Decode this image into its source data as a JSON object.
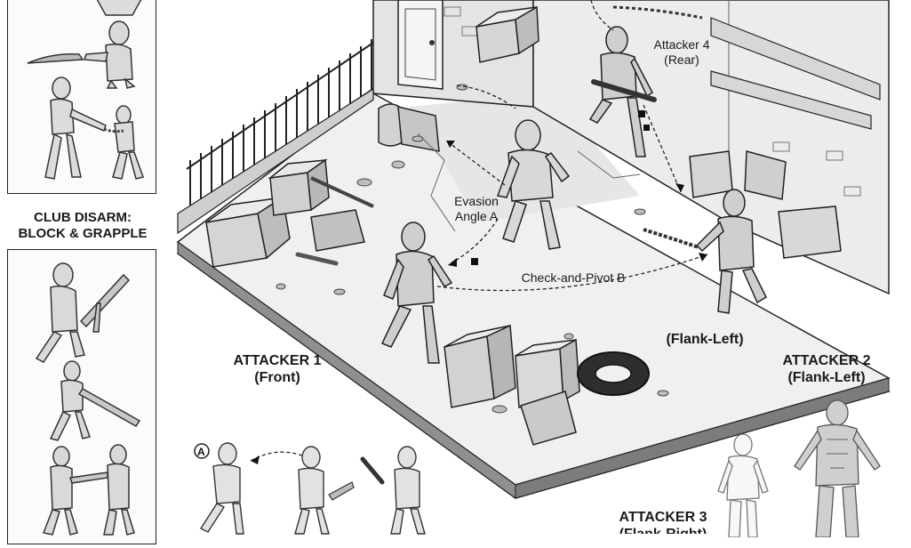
{
  "left_column": {
    "heading_line1": "CLUB DISARM:",
    "heading_line2": "BLOCK & GRAPPLE"
  },
  "scene": {
    "attacker4_line1": "Attacker 4",
    "attacker4_line2": "(Rear)",
    "evasion_line1": "Evasion",
    "evasion_line2": "Angle A",
    "check_pivot": "Check-and-Pivot B",
    "flank_left_inline": "(Flank-Left)"
  },
  "labels": {
    "attacker1_line1": "ATTACKER 1",
    "attacker1_line2": "(Front)",
    "attacker2_line1": "ATTACKER 2",
    "attacker2_line2": "(Flank-Left)",
    "attacker3_line1": "ATTACKER 3",
    "attacker3_line2": "(Flank-Right)"
  },
  "bottom_strip": {
    "marker": "A"
  }
}
